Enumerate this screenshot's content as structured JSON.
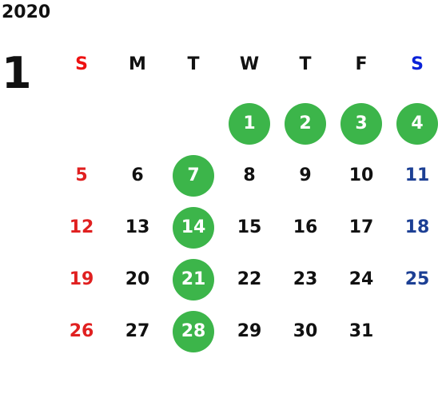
{
  "year": "2020",
  "month": "1",
  "weekdays": [
    "S",
    "M",
    "T",
    "W",
    "T",
    "F",
    "S"
  ],
  "weeks": [
    [
      "",
      "",
      "",
      "1",
      "2",
      "3",
      "4"
    ],
    [
      "5",
      "6",
      "7",
      "8",
      "9",
      "10",
      "11"
    ],
    [
      "12",
      "13",
      "14",
      "15",
      "16",
      "17",
      "18"
    ],
    [
      "19",
      "20",
      "21",
      "22",
      "23",
      "24",
      "25"
    ],
    [
      "26",
      "27",
      "28",
      "29",
      "30",
      "31",
      ""
    ]
  ],
  "highlighted_days": [
    "1",
    "2",
    "3",
    "4",
    "7",
    "14",
    "21",
    "28"
  ],
  "colors": {
    "highlight": "#3cb54a",
    "sunday": "#e02020",
    "saturday_header": "#0a22d8",
    "saturday": "#1c3f94",
    "default": "#111111"
  }
}
